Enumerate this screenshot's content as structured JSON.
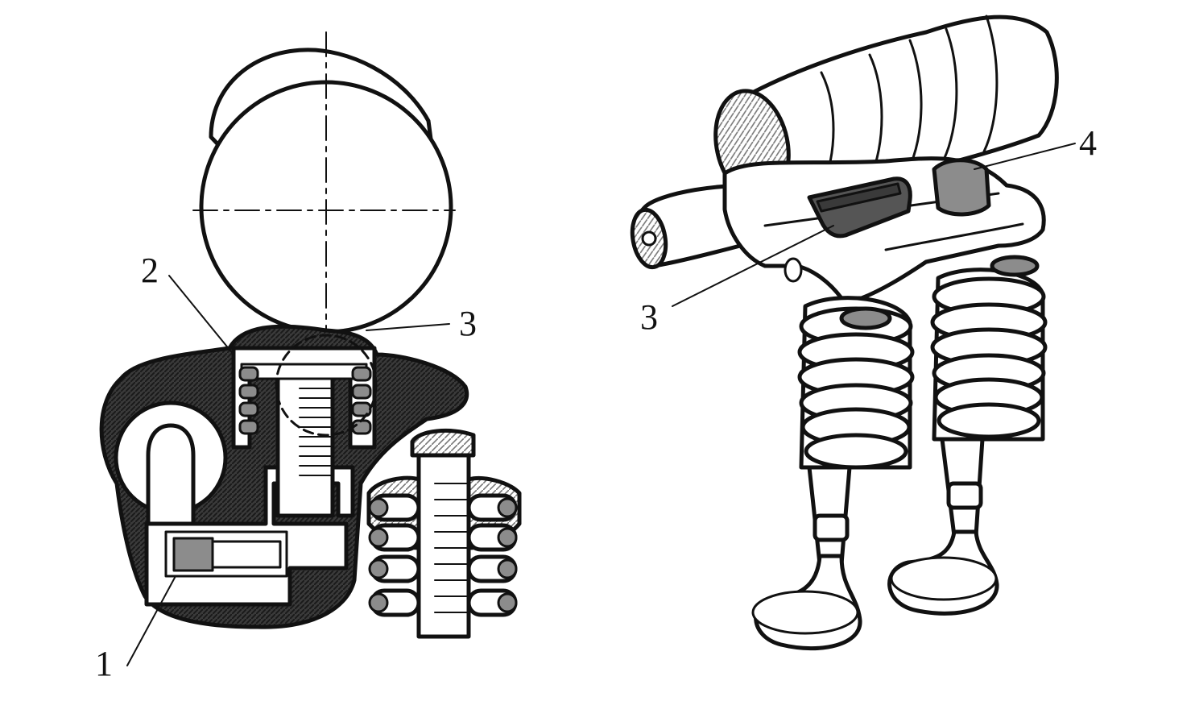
{
  "palette": {
    "ink": "#111111",
    "paper": "#ffffff",
    "dark_hatch": "#3a3a3a",
    "mid_shade": "#8c8c8c",
    "pad_shade": "#555555",
    "hatch": "#777777"
  },
  "left_view": {
    "callouts": [
      {
        "text": "1"
      },
      {
        "text": "2"
      },
      {
        "text": "3"
      }
    ]
  },
  "right_view": {
    "callouts": [
      {
        "text": "3"
      },
      {
        "text": "4"
      }
    ]
  }
}
